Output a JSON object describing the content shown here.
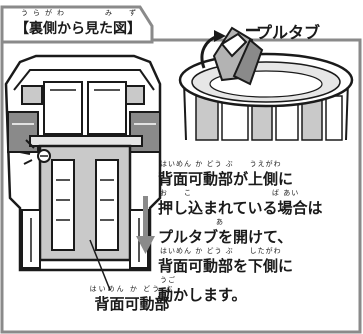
{
  "title": {
    "ruby": "うらがわ　　　み　ず",
    "text": "【裏側から見た図】"
  },
  "pull_tab_label": "プルタブ",
  "instructions": [
    {
      "ruby": "はいめん か どう ぶ　　うえがわ",
      "text": "背面可動部が上側に"
    },
    {
      "ruby": "お　　こ　　　　　　　　　　ば あい",
      "text": "押し込まれている場合は"
    },
    {
      "ruby": "　　　　　　　あ",
      "text": "プルタブを開けて、"
    },
    {
      "ruby": "はいめん か どう ぶ　　したがわ",
      "text": "背面可動部を下側に"
    },
    {
      "ruby": "うご",
      "text": "動かします。"
    }
  ],
  "part_label": {
    "ruby": "はいめん か どう ぶ",
    "text": "背面可動部"
  },
  "colors": {
    "line": "#1a1a1a",
    "frame_gray": "#8a8a8a",
    "fill_gray": "#c9c9c9",
    "light_gray": "#e6e6e6",
    "mid_gray": "#b3b3b3",
    "bg": "#ffffff"
  },
  "icons": [
    "downward-arrow-icon",
    "pull-tab-circular-arrow-icon"
  ]
}
